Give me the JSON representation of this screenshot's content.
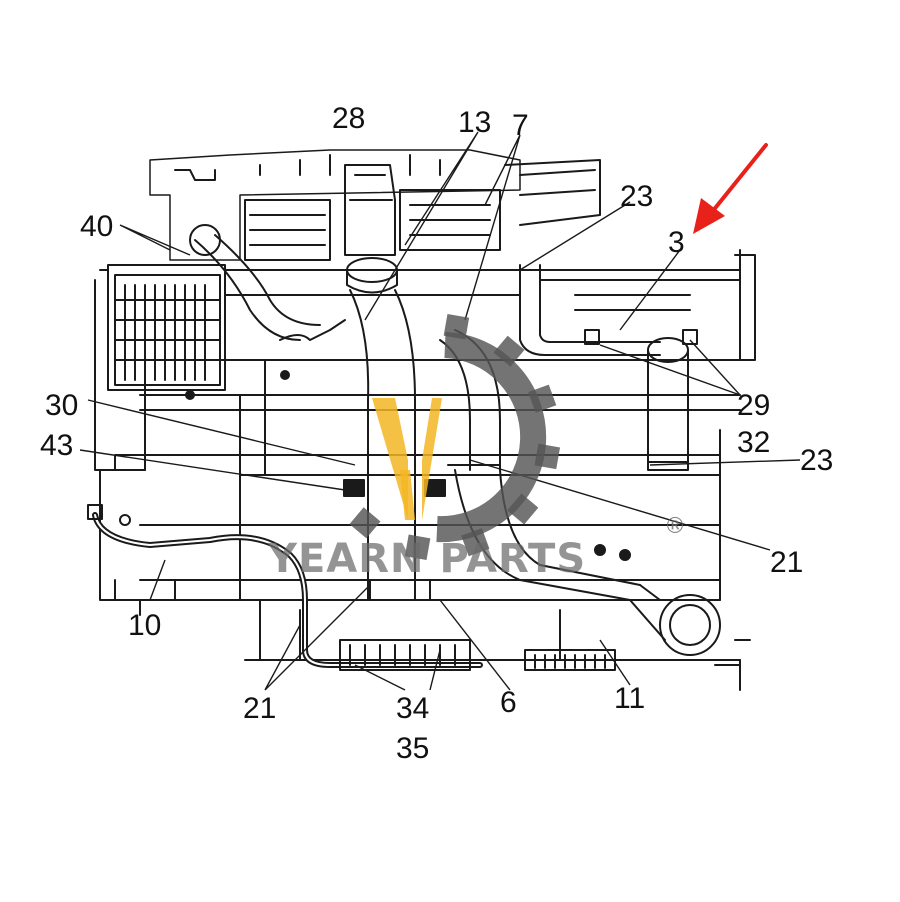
{
  "diagram": {
    "part_labels": {
      "p28": "28",
      "p13": "13",
      "p7": "7",
      "p40": "40",
      "p23_top": "23",
      "p3": "3",
      "p30": "30",
      "p29": "29",
      "p43": "43",
      "p32": "32",
      "p23_right": "23",
      "p21_right": "21",
      "p10": "10",
      "p21_bottom": "21",
      "p34": "34",
      "p6": "6",
      "p11": "11",
      "p35": "35"
    },
    "highlight_arrow_color": "#e8221b"
  },
  "watermark": {
    "brand": "YEARN PARTS",
    "registered_mark": "®",
    "gear_color": "#555555",
    "logo_color": "#f3b624"
  }
}
